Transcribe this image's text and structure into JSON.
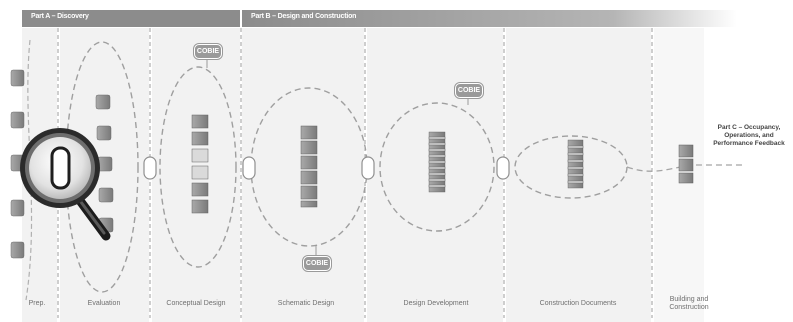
{
  "parts": {
    "part_a": "Part A – Discovery",
    "part_b": "Part B – Design and Construction",
    "part_c": "Part C – Occupancy, Operations, and Performance Feedback"
  },
  "phases": [
    "Prep.",
    "Evaluation",
    "Conceptual Design",
    "Schematic Design",
    "Design Development",
    "Construction Documents",
    "Building and Construction"
  ],
  "cobie_tags": [
    "COBIE",
    "COBIE",
    "COBIE"
  ],
  "colors": {
    "header_bar": "#8c8c8c",
    "header_fade": "#d9d9d9",
    "phase_band": "#f1f1f1",
    "dash_line": "#b3b3b3",
    "stack_block": "#8a8a8a",
    "cobie_tag": "#9a9a9a",
    "magnifier_ring": "#2a2a2a"
  },
  "icons": {
    "magnifier": "magnifying-glass-icon",
    "stack": "document-stack-icon"
  }
}
